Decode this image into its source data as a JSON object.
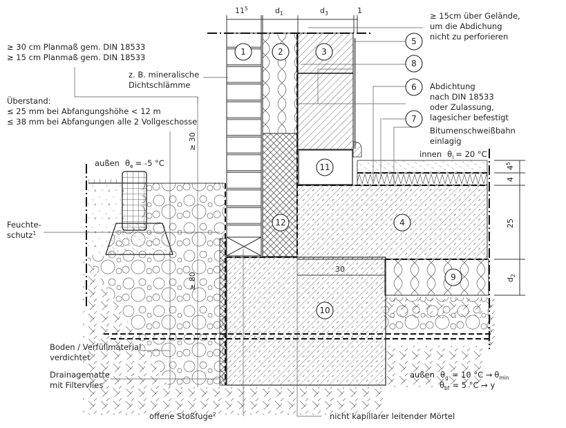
{
  "title": "Sockelanschluss zweischaliges Mauerwerk mit Kerndämmung – Abdichtung nach DIN 18533",
  "dimensions_top": {
    "d115": "11",
    "d115_sup": "5",
    "d1": "d",
    "d1_sub": "1",
    "d3": "d",
    "d3_sub": "3",
    "d_one": "1"
  },
  "dimensions_right": {
    "d45": "4",
    "d45_sup": "5",
    "d4": "4",
    "d25": "25",
    "d2": "d",
    "d2_sub": "2"
  },
  "dimensions_internal": {
    "ge30": "≥ 30",
    "ge80": "≥ 80",
    "d30": "30"
  },
  "notes": {
    "planmass_1": "≥ 30 cm Planmaß gem. DIN 18533",
    "planmass_2": "≥ 15 cm  Planmaß gem. DIN 18533",
    "dichtschlaemme_1": "z. B. mineralische",
    "dichtschlaemme_2": "Dichtschlämme",
    "ueberstand_title": "Überstand:",
    "ueberstand_1": "≤ 25 mm bei Abfangungshöhe < 12 m",
    "ueberstand_2": "≤ 38 mm bei Abfangungen alle 2 Vollgeschosse",
    "gelaende_1": "≥ 15cm über Gelände,",
    "gelaende_2": "um die Abdichung",
    "gelaende_3": "nicht zu perforieren",
    "abdichtung_1": "Abdichtung",
    "abdichtung_2": "nach DIN 18533",
    "abdichtung_3": "oder Zulassung,",
    "abdichtung_4": "lagesicher befestigt",
    "bitumen_1": "Bitumenschweißbahn",
    "bitumen_2": "einlagig",
    "feuchte_1": "Feuchte-",
    "feuchte_2": "schutz",
    "feuchte_sup": "1",
    "boden_1": "Boden / Verfüllmaterial",
    "boden_2": "verdichtet",
    "drainage_1": "Drainagematte",
    "drainage_2": "mit Filtervlies",
    "stossfuge": "offene Stoßfuge",
    "stossfuge_sup": "2",
    "moertel": "nicht kapillarer leitender Mörtel"
  },
  "climate": {
    "outside_label": "außen",
    "theta": "θ",
    "theta_e_sub": "e",
    "theta_e_value": "= -5 °C",
    "inside_label": "innen",
    "theta_i_sub": "i",
    "theta_i_value": "= 20 °C",
    "ground_label": "außen",
    "theta_g_sub": "g",
    "theta_g_value": "= 10 °C  →",
    "theta_min_sub": "min",
    "theta_bf_sub": "bf",
    "theta_bf_value": "=   5 °C  → y"
  },
  "markers": [
    "1",
    "2",
    "3",
    "4",
    "5",
    "6",
    "7",
    "8",
    "9",
    "10",
    "11",
    "12"
  ]
}
